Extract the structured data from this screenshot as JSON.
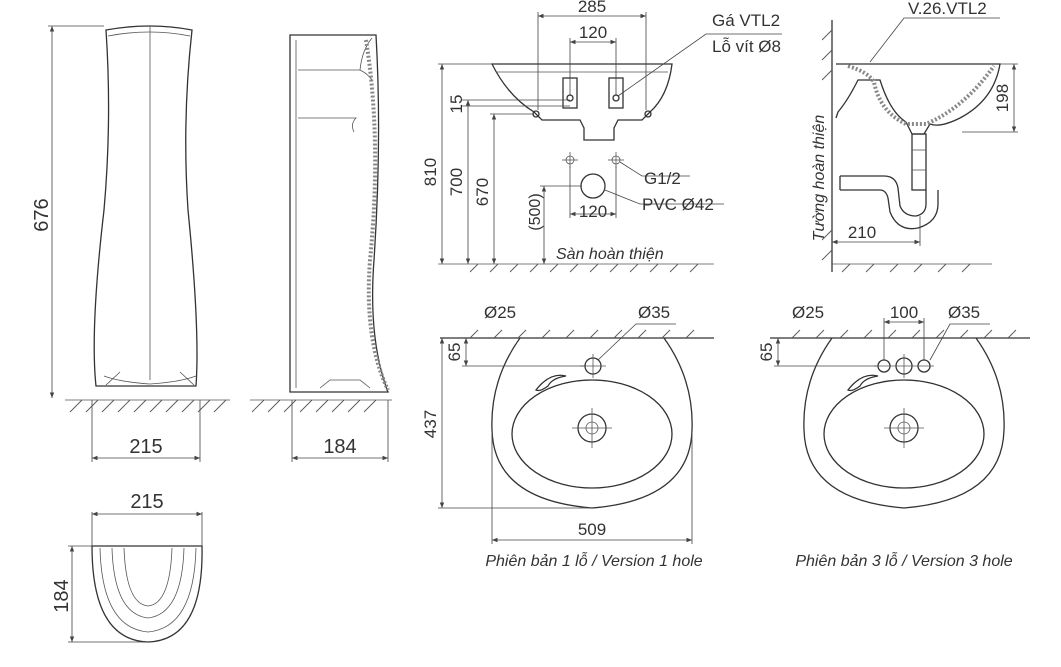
{
  "pedestal": {
    "height": "676",
    "front_width": "215",
    "side_depth": "184",
    "top_width": "215",
    "top_depth": "184"
  },
  "basin_front": {
    "width_285": "285",
    "width_120": "120",
    "bracket_label": "Gá VTL2",
    "screw_hole_label": "Lỗ vít Ø8",
    "height_810": "810",
    "height_700": "700",
    "height_670": "670",
    "height_15": "15",
    "g12_label": "G1/2",
    "pvc_label": "PVC Ø42",
    "height_500": "(500)",
    "pipe_spacing": "120",
    "floor_label": "Sàn hoàn thiện"
  },
  "basin_side": {
    "bracket_label": "V.26.VTL2",
    "height_198": "198",
    "wall_label": "Tường hoàn thiện",
    "depth_210": "210"
  },
  "plan_1hole": {
    "overflow_dia": "Ø25",
    "tap_hole_dia": "Ø35",
    "offset_65": "65",
    "depth_437": "437",
    "width_509": "509",
    "caption": "Phiên bản 1 lỗ / Version 1 hole"
  },
  "plan_3hole": {
    "overflow_dia": "Ø25",
    "hole_spacing": "100",
    "tap_hole_dia": "Ø35",
    "offset_65": "65",
    "caption": "Phiên bản 3 lỗ / Version 3 hole"
  }
}
